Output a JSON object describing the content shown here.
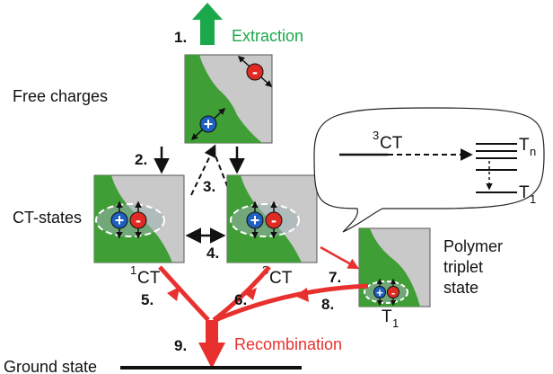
{
  "colors": {
    "green_accent": "#1aa84a",
    "red_accent": "#e8312e",
    "panel_gray": "#c9c9c9",
    "panel_green": "#3f9e35",
    "hole_blue": "#1f5fbf",
    "electron_red": "#e02a24"
  },
  "labels": {
    "free_charges": "Free charges",
    "ct_states": "CT-states",
    "polymer_line1": "Polymer",
    "polymer_line2": "triplet",
    "polymer_line3": "state",
    "ground_state": "Ground state",
    "extraction": "Extraction",
    "recombination": "Recombination"
  },
  "steps": {
    "s1": "1.",
    "s2": "2.",
    "s3": "3.",
    "s4": "4.",
    "s5": "5.",
    "s6": "6.",
    "s7": "7.",
    "s8": "8.",
    "s9": "9."
  },
  "states": {
    "singlet_ct_sup": "1",
    "singlet_ct": "CT",
    "triplet_ct_sup": "3",
    "triplet_ct": "CT",
    "t1": "T",
    "t1_sub": "1"
  },
  "bubble": {
    "ct_sup": "3",
    "ct": "CT",
    "tn": "T",
    "tn_sub": "n",
    "t1": "T",
    "t1_sub": "1"
  },
  "signs": {
    "plus": "+",
    "minus": "-"
  }
}
